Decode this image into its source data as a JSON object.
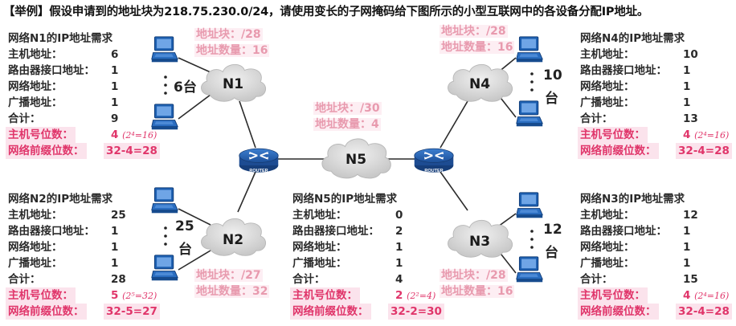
{
  "title": "【举例】假设申请到的地址块为218.75.230.0/24，请使用变长的子网掩码给下图所示的小型互联网中的各设备分配IP地址。",
  "networks": {
    "n1": {
      "name": "N1",
      "hosts_label": "6台"
    },
    "n2": {
      "name": "N2",
      "hosts_label_num": "25",
      "hosts_label_unit": "台"
    },
    "n3": {
      "name": "N3",
      "hosts_label_num": "12",
      "hosts_label_unit": "台"
    },
    "n4": {
      "name": "N4",
      "hosts_label_num": "10",
      "hosts_label_unit": "台"
    },
    "n5": {
      "name": "N5"
    }
  },
  "router_label": "ROUTER",
  "pink": {
    "n1": {
      "block": "地址块：/28",
      "count": "地址数量：16"
    },
    "n4": {
      "block": "地址块：/28",
      "count": "地址数量：16"
    },
    "n5": {
      "block": "地址块：/30",
      "count": "地址数量：4"
    },
    "n2": {
      "block": "地址块：/27",
      "count": "地址数量：32"
    },
    "n3": {
      "block": "地址块：/28",
      "count": "地址数量：16"
    }
  },
  "labels": {
    "host_addr": "主机地址：",
    "router_if": "路由器接口地址：",
    "net_addr": "网络地址：",
    "bcast": "广播地址：",
    "total": "合计：",
    "host_bits": "主机号位数：",
    "prefix_bits": "网络前缀位数："
  },
  "panels": {
    "n1": {
      "heading": "网络N1的IP地址需求",
      "host_addr": "6",
      "router_if": "1",
      "net_addr": "1",
      "bcast": "1",
      "total": "9",
      "host_bits": "4",
      "host_bits_note": "(2⁴=16)",
      "prefix": "32-4=28"
    },
    "n4": {
      "heading": "网络N4的IP地址需求",
      "host_addr": "10",
      "router_if": "1",
      "net_addr": "1",
      "bcast": "1",
      "total": "13",
      "host_bits": "4",
      "host_bits_note": "(2⁴=16)",
      "prefix": "32-4=28"
    },
    "n2": {
      "heading": "网络N2的IP地址需求",
      "host_addr": "25",
      "router_if": "1",
      "net_addr": "1",
      "bcast": "1",
      "total": "28",
      "host_bits": "5",
      "host_bits_note": "(2⁵=32)",
      "prefix": "32-5=27"
    },
    "n5": {
      "heading": "网络N5的IP地址需求",
      "host_addr": "0",
      "router_if": "2",
      "net_addr": "1",
      "bcast": "1",
      "total": "4",
      "host_bits": "2",
      "host_bits_note": "(2²=4)",
      "prefix": "32-2=30"
    },
    "n3": {
      "heading": "网络N3的IP地址需求",
      "host_addr": "12",
      "router_if": "1",
      "net_addr": "1",
      "bcast": "1",
      "total": "15",
      "host_bits": "4",
      "host_bits_note": "(2⁴=16)",
      "prefix": "32-4=28"
    }
  },
  "colors": {
    "cloud": "#dcdcdc",
    "router": "#1f57a6",
    "pc": "#1a63b8",
    "highlight": "#e0356a",
    "pink_text": "#e89aae"
  }
}
